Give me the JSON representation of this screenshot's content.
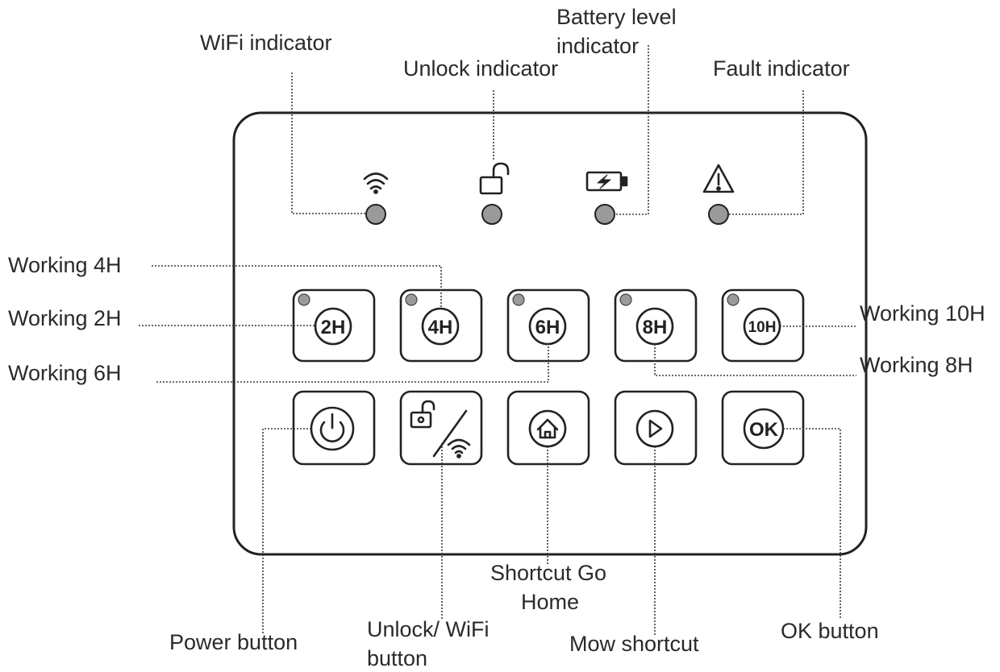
{
  "labels": {
    "wifi_indicator": "WiFi indicator",
    "unlock_indicator": "Unlock indicator",
    "battery_indicator_line1": "Battery level",
    "battery_indicator_line2": "indicator",
    "fault_indicator": "Fault indicator",
    "working_4h": "Working 4H",
    "working_2h": "Working 2H",
    "working_6h": "Working 6H",
    "working_10h": "Working 10H",
    "working_8h": "Working 8H",
    "power_button": "Power button",
    "unlock_wifi_line1": "Unlock/ WiFi",
    "unlock_wifi_line2": "button",
    "go_home_line1": "Shortcut Go",
    "go_home_line2": "Home",
    "mow_shortcut": "Mow shortcut",
    "ok_button": "OK button"
  },
  "keys": {
    "k2h": "2H",
    "k4h": "4H",
    "k6h": "6H",
    "k8h": "8H",
    "k10h": "10H",
    "ok": "OK"
  },
  "icons": {
    "wifi": "wifi-icon",
    "unlock": "unlock-icon",
    "battery": "battery-charging-icon",
    "fault": "warning-triangle-icon",
    "power": "power-icon",
    "home": "home-icon",
    "play": "play-icon"
  }
}
